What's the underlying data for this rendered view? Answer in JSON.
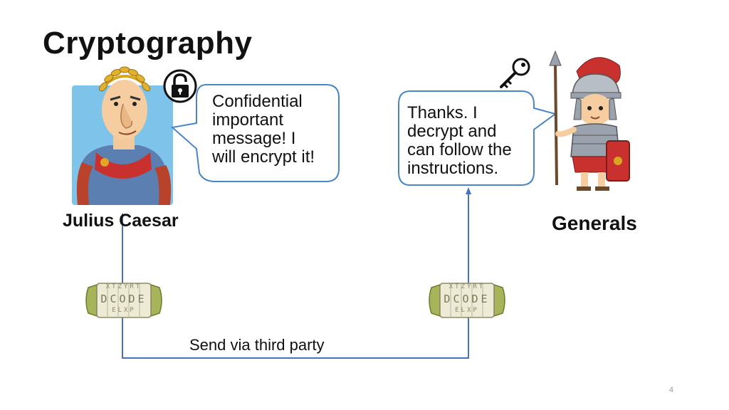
{
  "slide": {
    "title": "Cryptography",
    "page_number": "4"
  },
  "caesar": {
    "name": "Julius Caesar",
    "speech": [
      "Confidential",
      "important",
      "message! I",
      "will encrypt it!"
    ]
  },
  "generals": {
    "name": "Generals",
    "speech": [
      "Thanks. I",
      "decrypt and",
      "can follow the",
      "instructions."
    ]
  },
  "transport": {
    "label": "Send via third party"
  },
  "cryptex": {
    "top_row": "XTZYRT",
    "middle_row": "DCODE",
    "bottom_row": "ELXP"
  },
  "colors": {
    "line": "#4472C4",
    "bubble_border": "#4A86C5",
    "portrait_bg": "#7EC3EA",
    "tunic": "#C8312E",
    "laurel": "#D9A520"
  },
  "icons": {
    "lock": "padlock-icon",
    "key": "key-icon",
    "cryptex": "cryptex-icon"
  }
}
